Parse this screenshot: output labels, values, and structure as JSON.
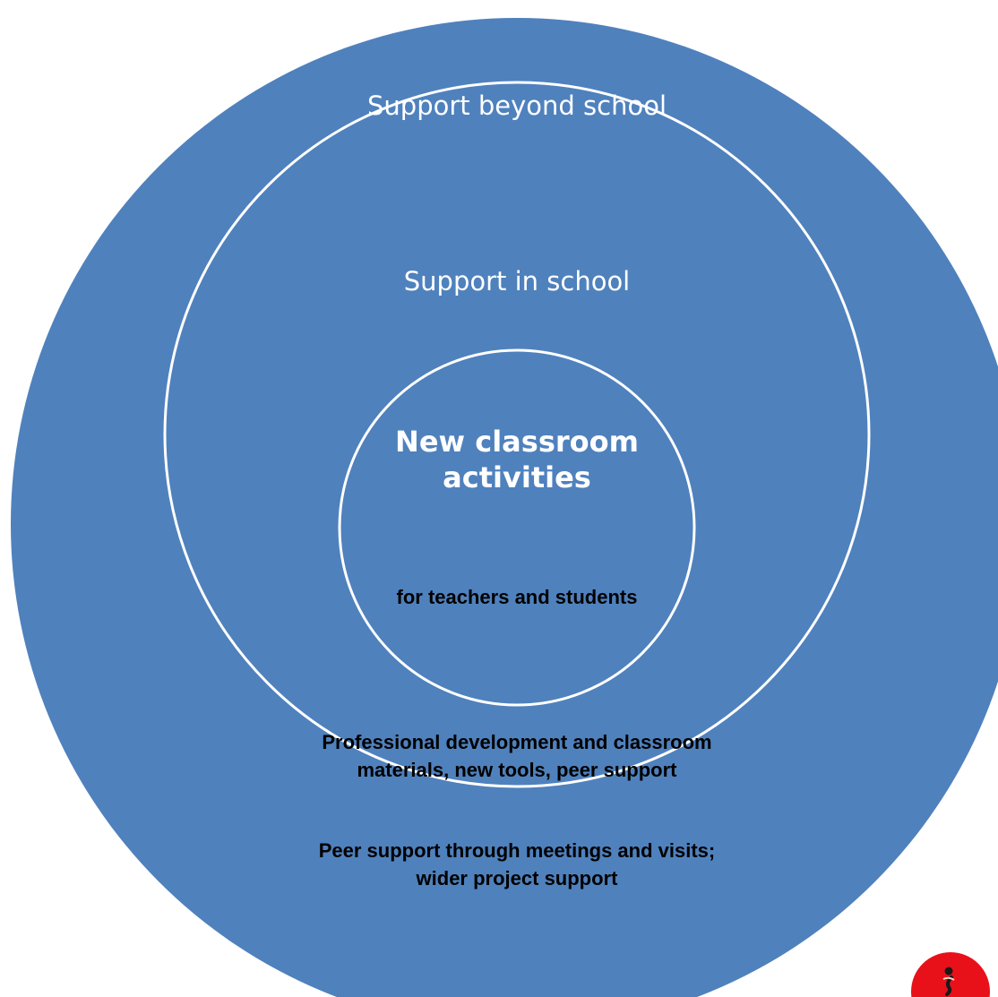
{
  "diagram": {
    "colors": {
      "ring_fill": "#4f81bd",
      "divider_stroke": "#ffffff",
      "light_text": "#ffffff",
      "dark_text": "#000000",
      "logo_red": "#e8111a"
    },
    "outer_ring": {
      "title": "Support beyond school",
      "description": "Peer support through meetings and visits; wider project support"
    },
    "middle_ring": {
      "title": "Support in school",
      "description": "Professional development and classroom  materials, new tools, peer support"
    },
    "core": {
      "title": "New classroom activities",
      "subtitle": "for teachers and students"
    },
    "logo": {
      "icon": "red-circle-logo-icon"
    }
  }
}
